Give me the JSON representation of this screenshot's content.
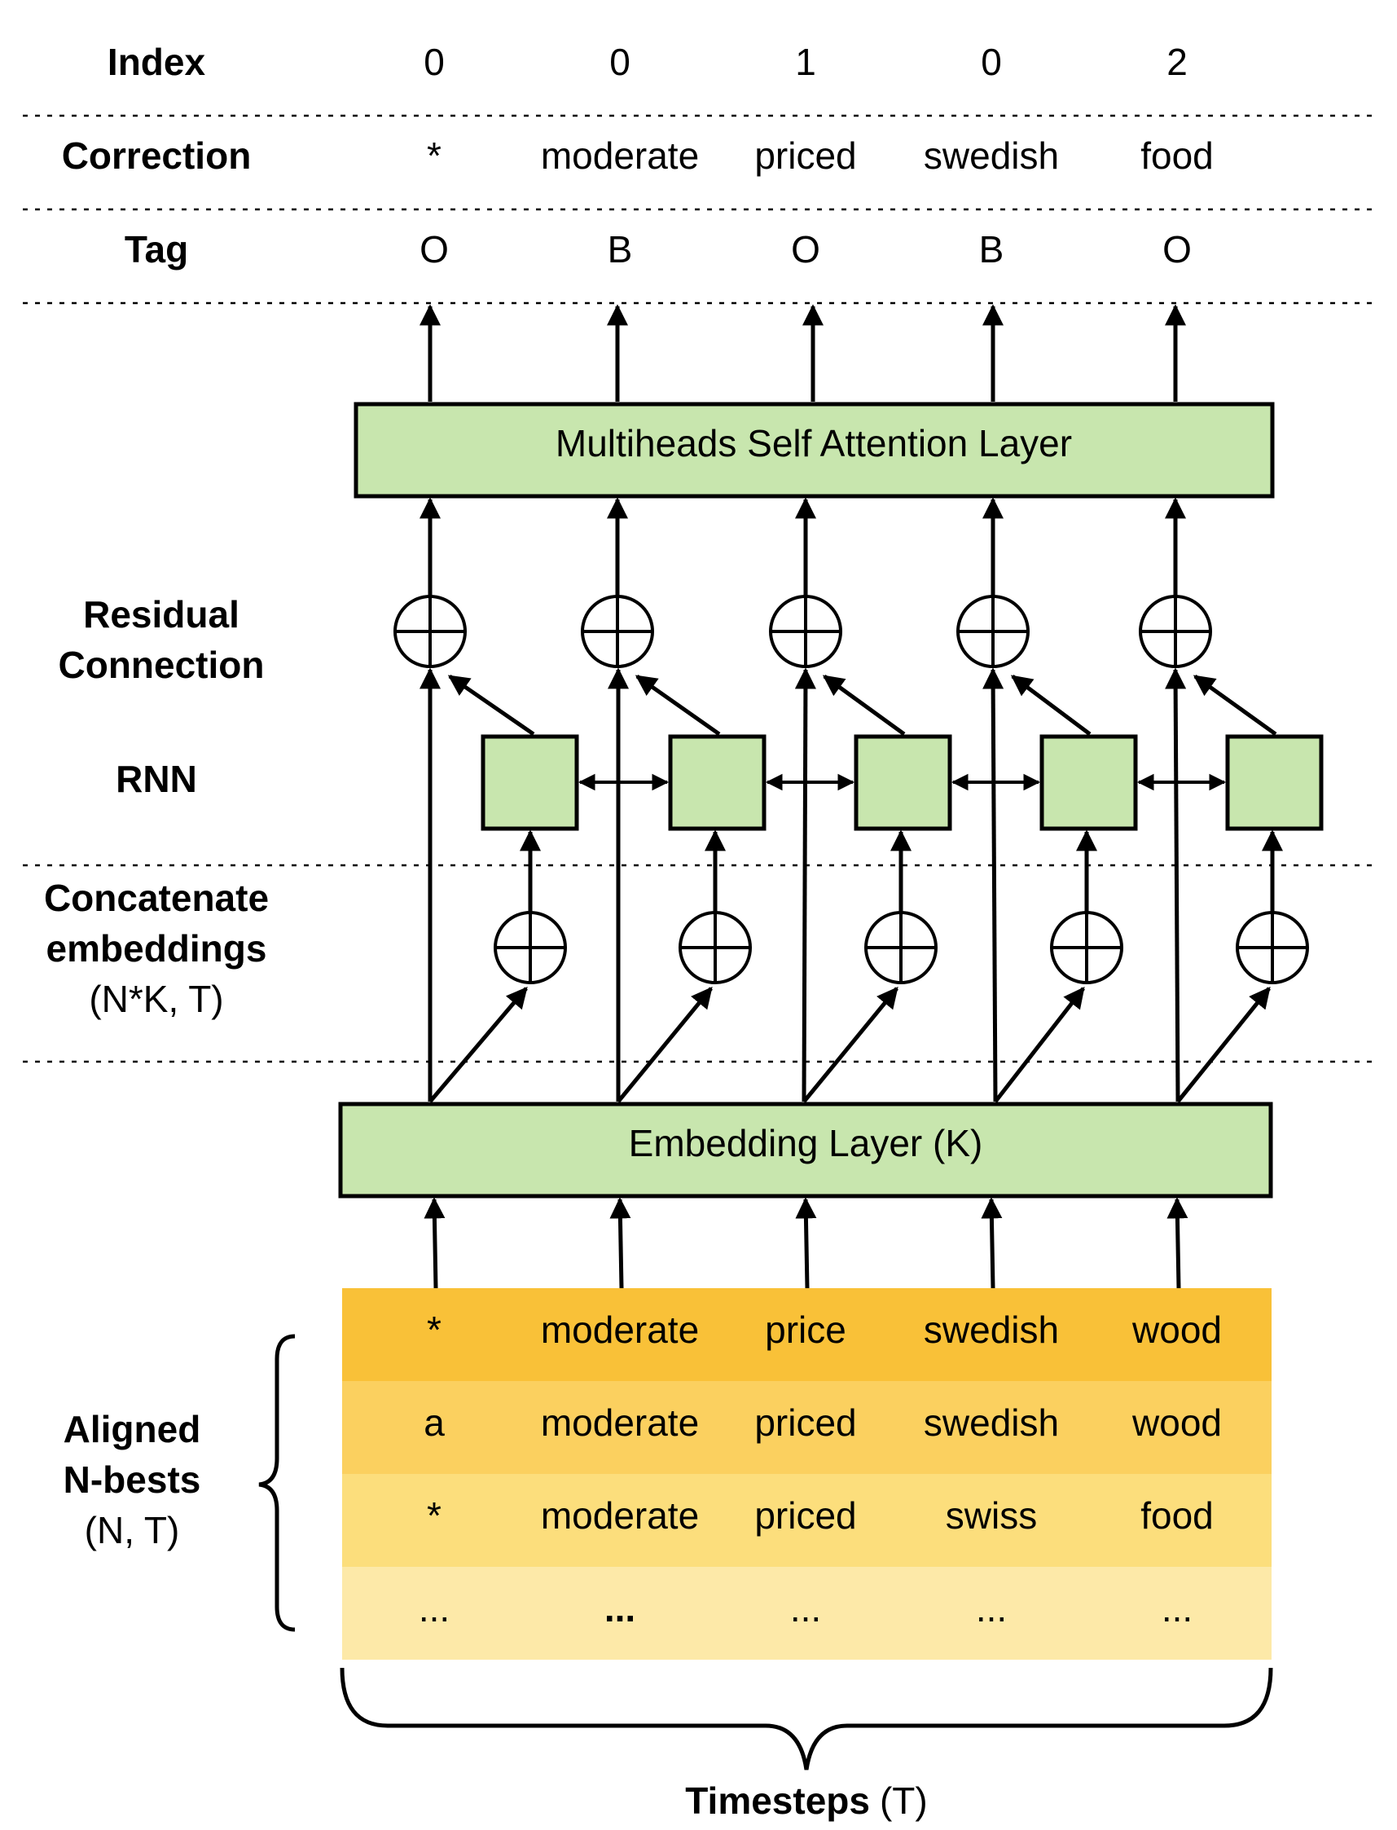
{
  "rows": {
    "index": {
      "label": "Index",
      "values": [
        "0",
        "0",
        "1",
        "0",
        "2"
      ]
    },
    "correction": {
      "label": "Correction",
      "values": [
        "*",
        "moderate",
        "priced",
        "swedish",
        "food"
      ]
    },
    "tag": {
      "label": "Tag",
      "values": [
        "O",
        "B",
        "O",
        "B",
        "O"
      ]
    }
  },
  "layers": {
    "attention": "Multiheads Self Attention Layer",
    "embedding": "Embedding Layer (K)"
  },
  "side_labels": {
    "residual": [
      "Residual",
      "Connection"
    ],
    "rnn": "RNN",
    "concat": [
      "Concatenate",
      "embeddings"
    ],
    "concat_dim": "(N*K, T)",
    "nbest": [
      "Aligned",
      "N-bests"
    ],
    "nbest_dim": "(N, T)"
  },
  "nbests": [
    {
      "tokens": [
        "*",
        "moderate",
        "price",
        "swedish",
        "wood"
      ],
      "color": "#F9C138"
    },
    {
      "tokens": [
        "a",
        "moderate",
        "priced",
        "swedish",
        "wood"
      ],
      "color": "#FBD05F"
    },
    {
      "tokens": [
        "*",
        "moderate",
        "priced",
        "swiss",
        "food"
      ],
      "color": "#FCDE7C"
    },
    {
      "tokens": [
        "...",
        "...",
        "...",
        "...",
        "..."
      ],
      "color": "#FDE9A8"
    }
  ],
  "timesteps": {
    "label": "Timesteps",
    "dim": "(T)"
  },
  "colors": {
    "layer_fill": "#C8E6AE",
    "stroke": "#000000",
    "divider": "#000000"
  }
}
